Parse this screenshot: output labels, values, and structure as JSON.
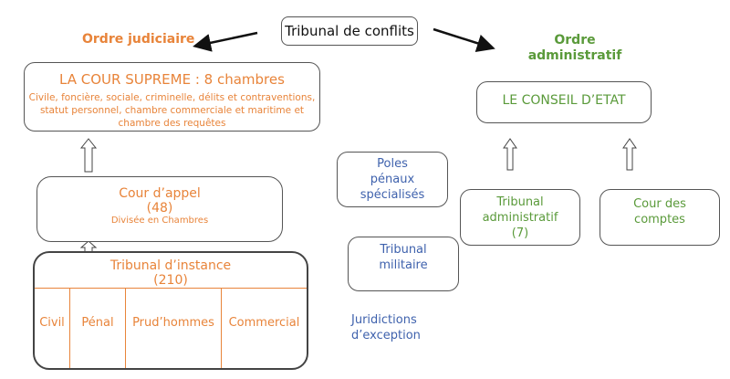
{
  "colors": {
    "judiciaire": "#e8843a",
    "administratif": "#5a9a3a",
    "exception": "#3f62ad",
    "border": "#555555"
  },
  "top": {
    "tribunal_conflits": "Tribunal de conflits"
  },
  "judiciaire": {
    "heading": "Ordre judiciaire",
    "cour_supreme": {
      "title": "LA COUR SUPREME : 8 chambres",
      "description": "Civile, foncière, sociale, criminelle, délits et contraventions, statut personnel, chambre commerciale et maritime et chambre des requêtes"
    },
    "cour_appel": {
      "title": "Cour d’appel",
      "count": "(48)",
      "subtitle": "Divisée en Chambres"
    },
    "tribunal_instance": {
      "title": "Tribunal d’instance",
      "count": "(210)",
      "sections": [
        "Civil",
        "Pénal",
        "Prud’hommes",
        "Commercial"
      ]
    }
  },
  "administratif": {
    "heading_line1": "Ordre",
    "heading_line2": "administratif",
    "conseil_etat": "LE CONSEIL D’ETAT",
    "tribunal_administratif": {
      "line1": "Tribunal",
      "line2": "administratif",
      "count": "(7)"
    },
    "cour_comptes": {
      "line1": "Cour des",
      "line2": "comptes"
    }
  },
  "exception": {
    "poles_penaux": {
      "line1": "Poles",
      "line2": "pénaux",
      "line3": "spécialisés"
    },
    "tribunal_militaire": {
      "line1": "Tribunal",
      "line2": "militaire"
    },
    "label_line1": "Juridictions",
    "label_line2": "d’exception"
  }
}
